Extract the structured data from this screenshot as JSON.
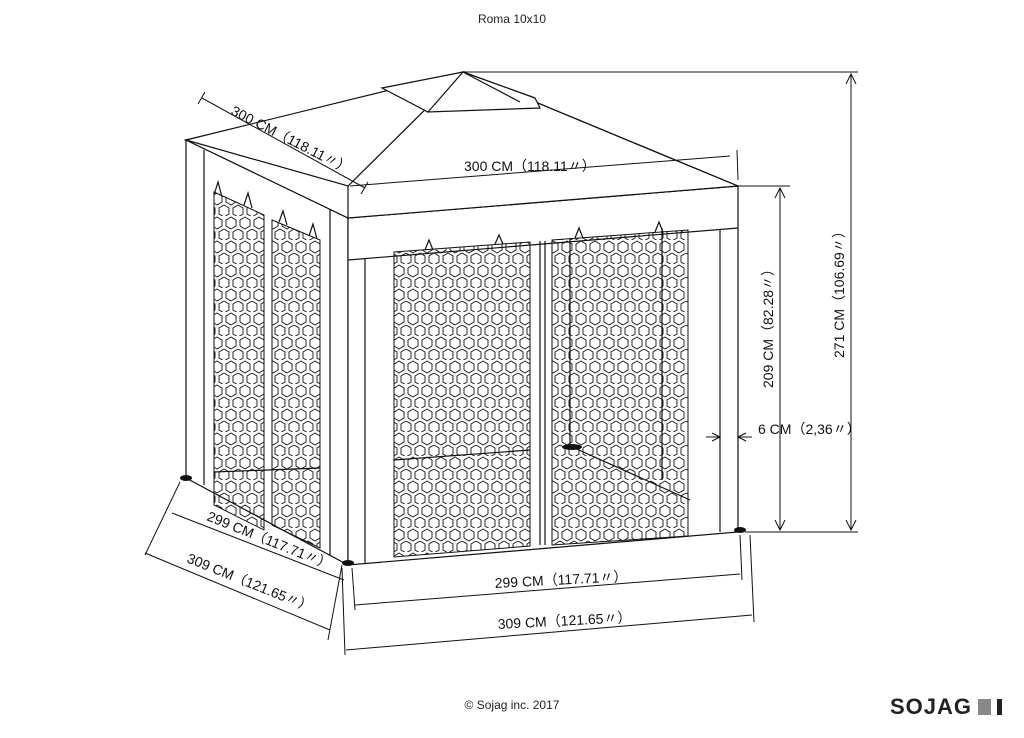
{
  "title": "Roma 10x10",
  "copyright": "© Sojag inc. 2017",
  "brand": {
    "name": "SOJAG"
  },
  "dimensions": {
    "roof_left": "300 CM（118.11〃）",
    "roof_front": "300 CM（118.11〃）",
    "wall_height": "209 CM（82.28〃）",
    "total_height": "271 CM（106.69〃）",
    "post_width": "6 CM（2,36〃）",
    "side_inner": "299 CM（117.71〃）",
    "side_outer": "309 CM（121.65〃）",
    "front_inner": "299 CM（117.71〃）",
    "front_outer": "309 CM（121.65〃）"
  }
}
